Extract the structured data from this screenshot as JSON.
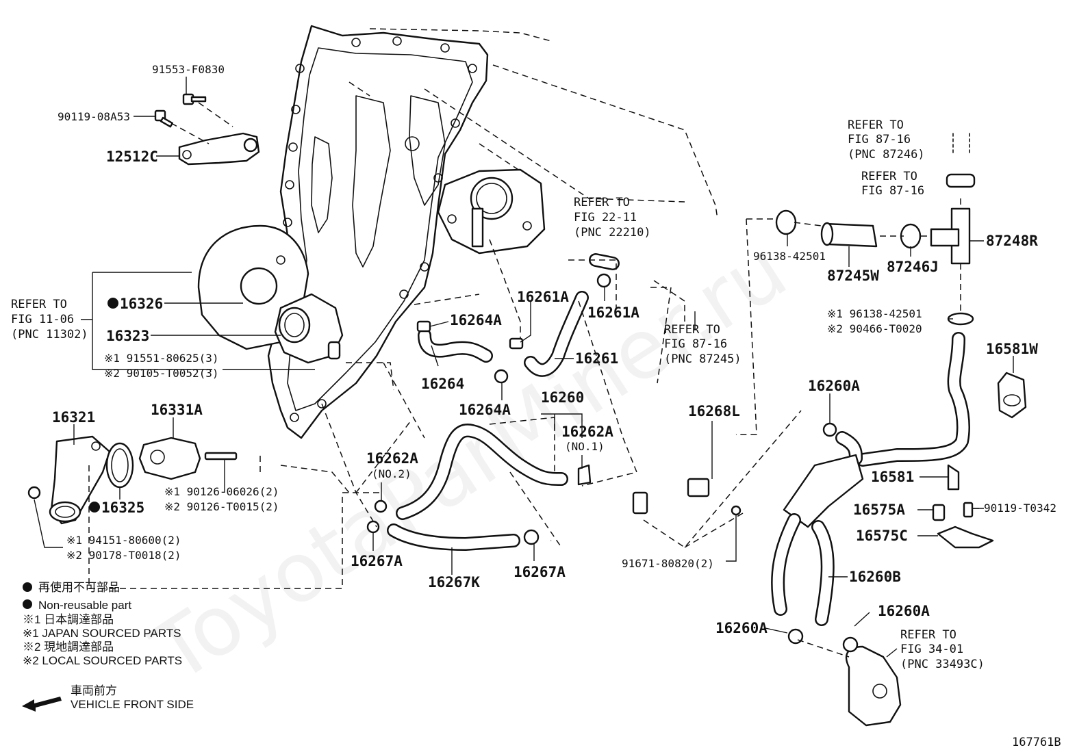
{
  "watermark": "ToyotaParMiner.ru",
  "figure_id": "167761B",
  "labels": {
    "p91553": "91553-F0830",
    "p90119a": "90119-08A53",
    "p12512c": "12512C",
    "ref1_a": "REFER TO",
    "ref1_b": "FIG 11-06",
    "ref1_c": "(PNC 11302)",
    "p16326": "16326",
    "p16323": "16323",
    "p91551": "※1 91551-80625(3)",
    "p90105": "※2 90105-T0052(3)",
    "p16321": "16321",
    "p16325": "16325",
    "p16331a": "16331A",
    "p90126a": "※1 90126-06026(2)",
    "p90126b": "※2 90126-T0015(2)",
    "p94151": "※1 94151-80600(2)",
    "p90178": "※2 90178-T0018(2)",
    "ref2_a": "REFER TO",
    "ref2_b": "FIG 22-11",
    "ref2_c": "(PNC 22210)",
    "p16261a_1": "16261A",
    "p16261a_2": "16261A",
    "p16264a_1": "16264A",
    "p16264": "16264",
    "p16264a_2": "16264A",
    "p16261": "16261",
    "p16260": "16260",
    "p16262a_1": "16262A",
    "no1": "(NO.1)",
    "p16262a_2": "16262A",
    "no2": "(NO.2)",
    "p16267a_1": "16267A",
    "p16267k": "16267K",
    "p16267a_2": "16267A",
    "ref3_a": "REFER TO",
    "ref3_b": "FIG 87-16",
    "ref3_c": "(PNC 87245)",
    "p16268l": "16268L",
    "p91671": "91671-80820(2)",
    "ref4_a": "REFER TO",
    "ref4_b": "FIG 87-16",
    "ref4_c": "(PNC 87246)",
    "ref5_a": "REFER TO",
    "ref5_b": "FIG 87-16",
    "p87248r": "87248R",
    "p96138": "96138-42501",
    "p87245w": "87245W",
    "p87246j": "87246J",
    "p96138b": "※1 96138-42501",
    "p90466": "※2 90466-T0020",
    "p16581w": "16581W",
    "p16260a_1": "16260A",
    "p16581": "16581",
    "p16575a": "16575A",
    "p90119b": "90119-T0342",
    "p16575c": "16575C",
    "p16260b": "16260B",
    "p16260a_2": "16260A",
    "p16260a_3": "16260A",
    "ref6_a": "REFER TO",
    "ref6_b": "FIG 34-01",
    "ref6_c": "(PNC 33493C)"
  },
  "legend": {
    "line1": "再使用不可部品",
    "line2": "Non-reusable part",
    "line3": "※1  日本調達部品",
    "line4": "※1  JAPAN SOURCED PARTS",
    "line5": "※2  現地調達部品",
    "line6": "※2  LOCAL SOURCED PARTS",
    "line7": "車両前方",
    "line8": "VEHICLE FRONT SIDE"
  }
}
